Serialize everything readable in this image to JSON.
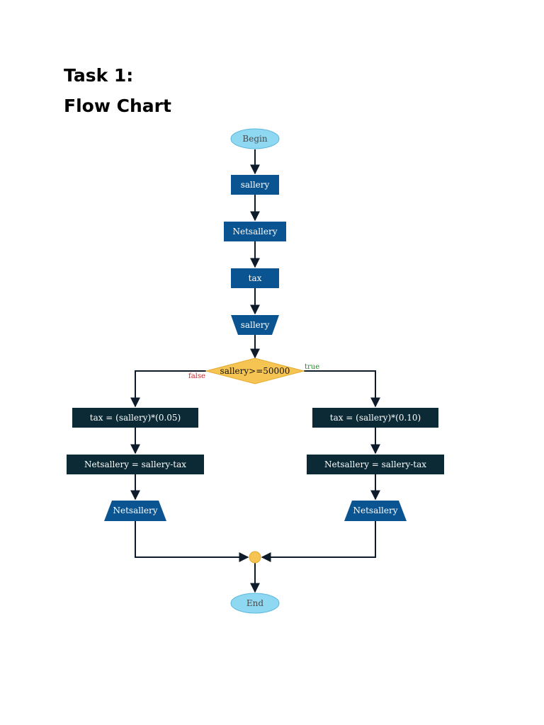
{
  "page": {
    "heading_line1": "Task 1:",
    "heading_line2": "Flow Chart"
  },
  "flowchart": {
    "nodes": {
      "begin": "Begin",
      "input_sallery": "sallery",
      "var_netsallery": "Netsallery",
      "var_tax": "tax",
      "io_sallery": "sallery",
      "decision": "sallery>=50000",
      "tax_false": "tax = (sallery)*(0.05)",
      "net_false": "Netsallery = sallery-tax",
      "out_false": "Netsallery",
      "tax_true": "tax = (sallery)*(0.10)",
      "net_true": "Netsallery = sallery-tax",
      "out_true": "Netsallery",
      "end": "End"
    },
    "branch_labels": {
      "false": "false",
      "true": "true"
    }
  },
  "colors": {
    "terminal_fill": "#8fd8f2",
    "terminal_text": "#4a4a4a",
    "process_blue": "#0a5591",
    "process_dark": "#0b2a36",
    "decision_fill": "#f6c453",
    "connector_fill": "#f6c453",
    "edge": "#0d1b2a",
    "false_label": "#d62020",
    "true_label": "#2a8a2a"
  }
}
